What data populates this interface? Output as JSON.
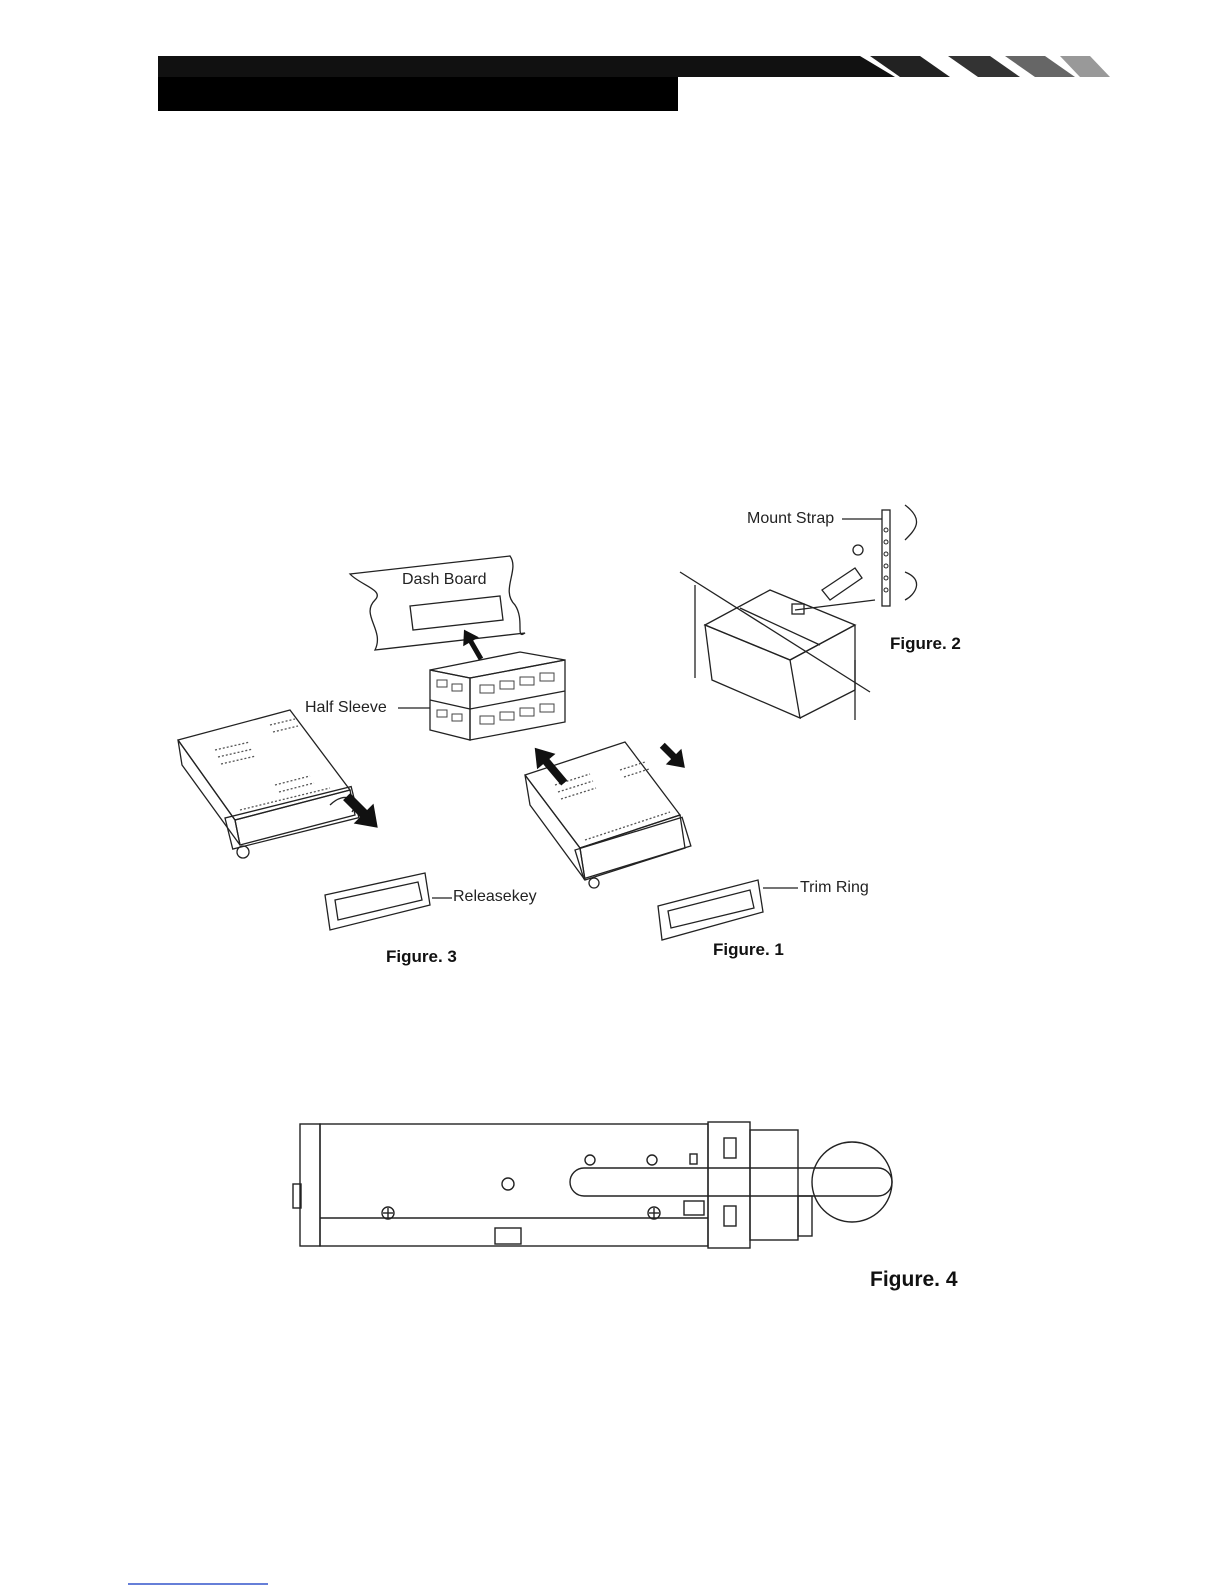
{
  "labels": {
    "dash_board": "Dash Board",
    "half_sleeve": "Half Sleeve",
    "mount_strap": "Mount Strap",
    "releasekey": "Releasekey",
    "trim_ring": "Trim Ring"
  },
  "figures": {
    "fig1": "Figure. 1",
    "fig2": "Figure. 2",
    "fig3": "Figure. 3",
    "fig4": "Figure. 4"
  }
}
